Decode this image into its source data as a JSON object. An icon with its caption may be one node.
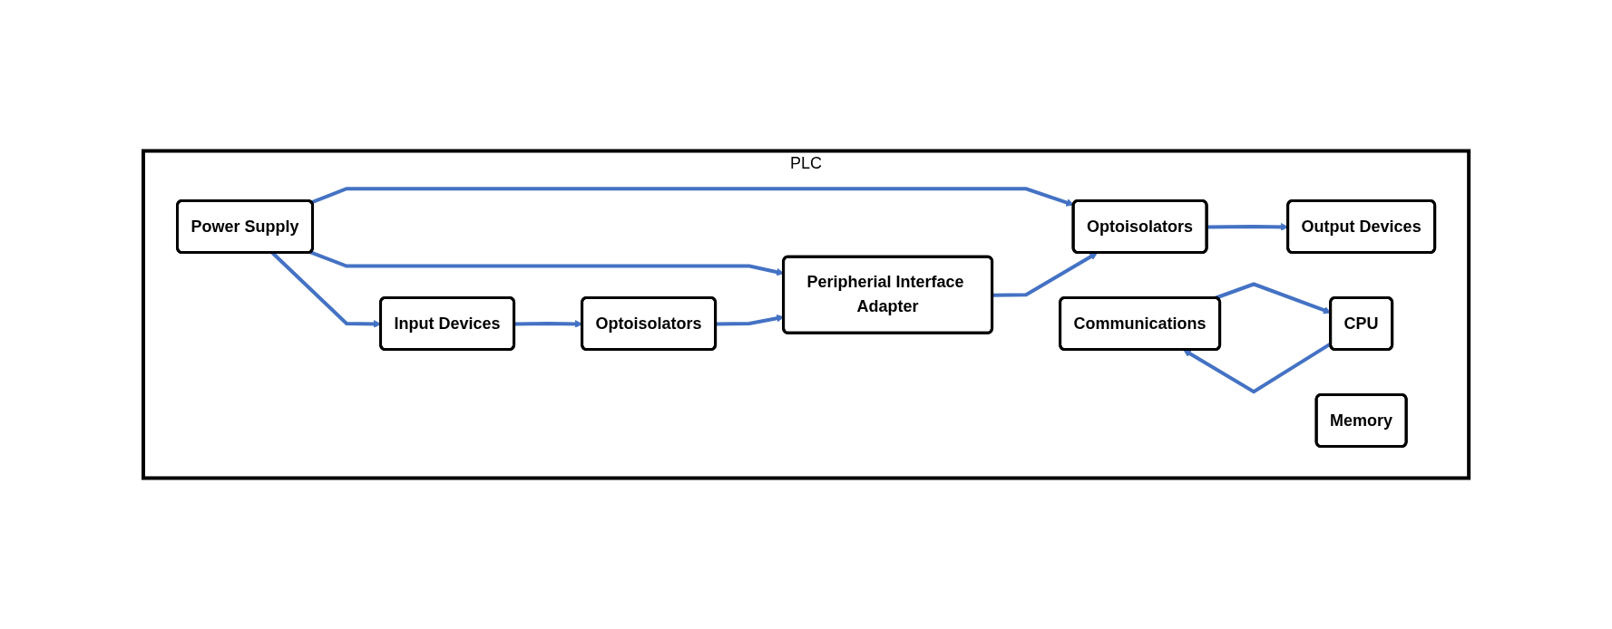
{
  "diagram": {
    "nodes": [
      {
        "text": [
          "PLC"
        ]
      },
      {
        "text": [
          "Power Supply"
        ],
        "in": 0
      },
      {
        "text": [
          "Input Devices"
        ],
        "in": 0
      },
      {
        "text": [
          "Optoisolators"
        ],
        "in": 0
      },
      {
        "text": [
          "Peripherial Interface Adapter"
        ],
        "in": 0
      },
      {
        "text": [
          "Optoisolators"
        ],
        "in": 0
      },
      {
        "text": [
          "Output Devices"
        ],
        "in": 0
      },
      {
        "text": [
          "Communications"
        ],
        "in": 0
      },
      {
        "text": [
          "CPU"
        ],
        "in": 0
      },
      {
        "text": [
          "Memory"
        ],
        "in": 0
      }
    ],
    "edges": [
      {
        "from": 1,
        "to": 2,
        "arrow": "to"
      },
      {
        "from": 1,
        "to": 4,
        "arrow": "to"
      },
      {
        "from": 1,
        "to": 5,
        "arrow": "to"
      },
      {
        "from": 2,
        "to": 3,
        "arrow": "to"
      },
      {
        "from": 3,
        "to": 4,
        "arrow": "to"
      },
      {
        "from": 4,
        "to": 5,
        "arrow": "to"
      },
      {
        "from": 5,
        "to": 6,
        "arrow": "to"
      },
      {
        "from": 7,
        "to": 8,
        "arrow": "to"
      },
      {
        "from": 8,
        "to": 7,
        "arrow": "to"
      }
    ]
  }
}
